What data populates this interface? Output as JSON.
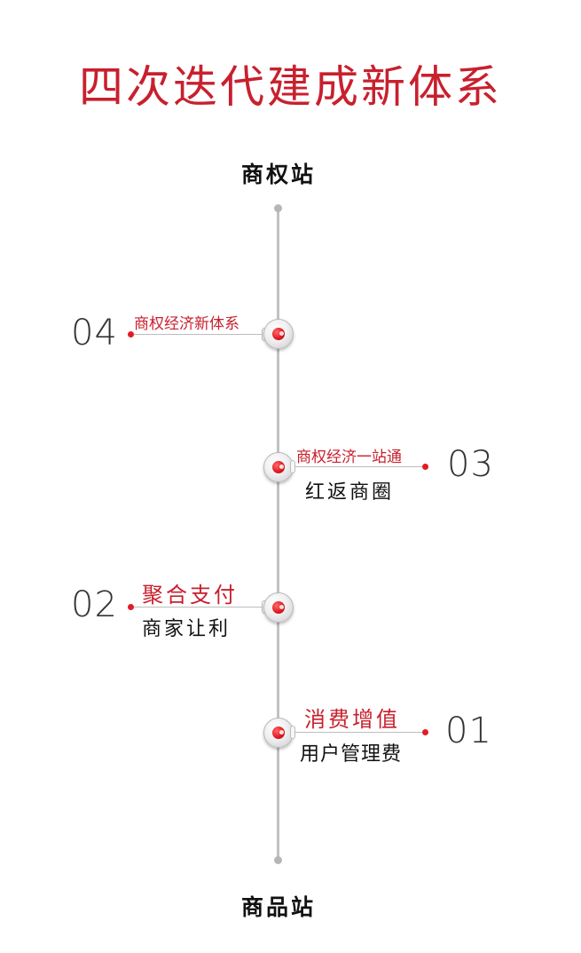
{
  "title": "四次迭代建成新体系",
  "top_label": "商权站",
  "bottom_label": "商品站",
  "stages": {
    "s04": {
      "number": "04",
      "red_text": "商权经济新体系",
      "black_text": ""
    },
    "s03": {
      "number": "03",
      "red_text": "商权经济一站通",
      "black_text": "红返商圈"
    },
    "s02": {
      "number": "02",
      "red_text": "聚合支付",
      "black_text": "商家让利"
    },
    "s01": {
      "number": "01",
      "red_text": "消费增值",
      "black_text": "用户管理费"
    }
  },
  "colors": {
    "accent": "#c8202e",
    "axis": "#c2c2c4",
    "text": "#111111"
  }
}
